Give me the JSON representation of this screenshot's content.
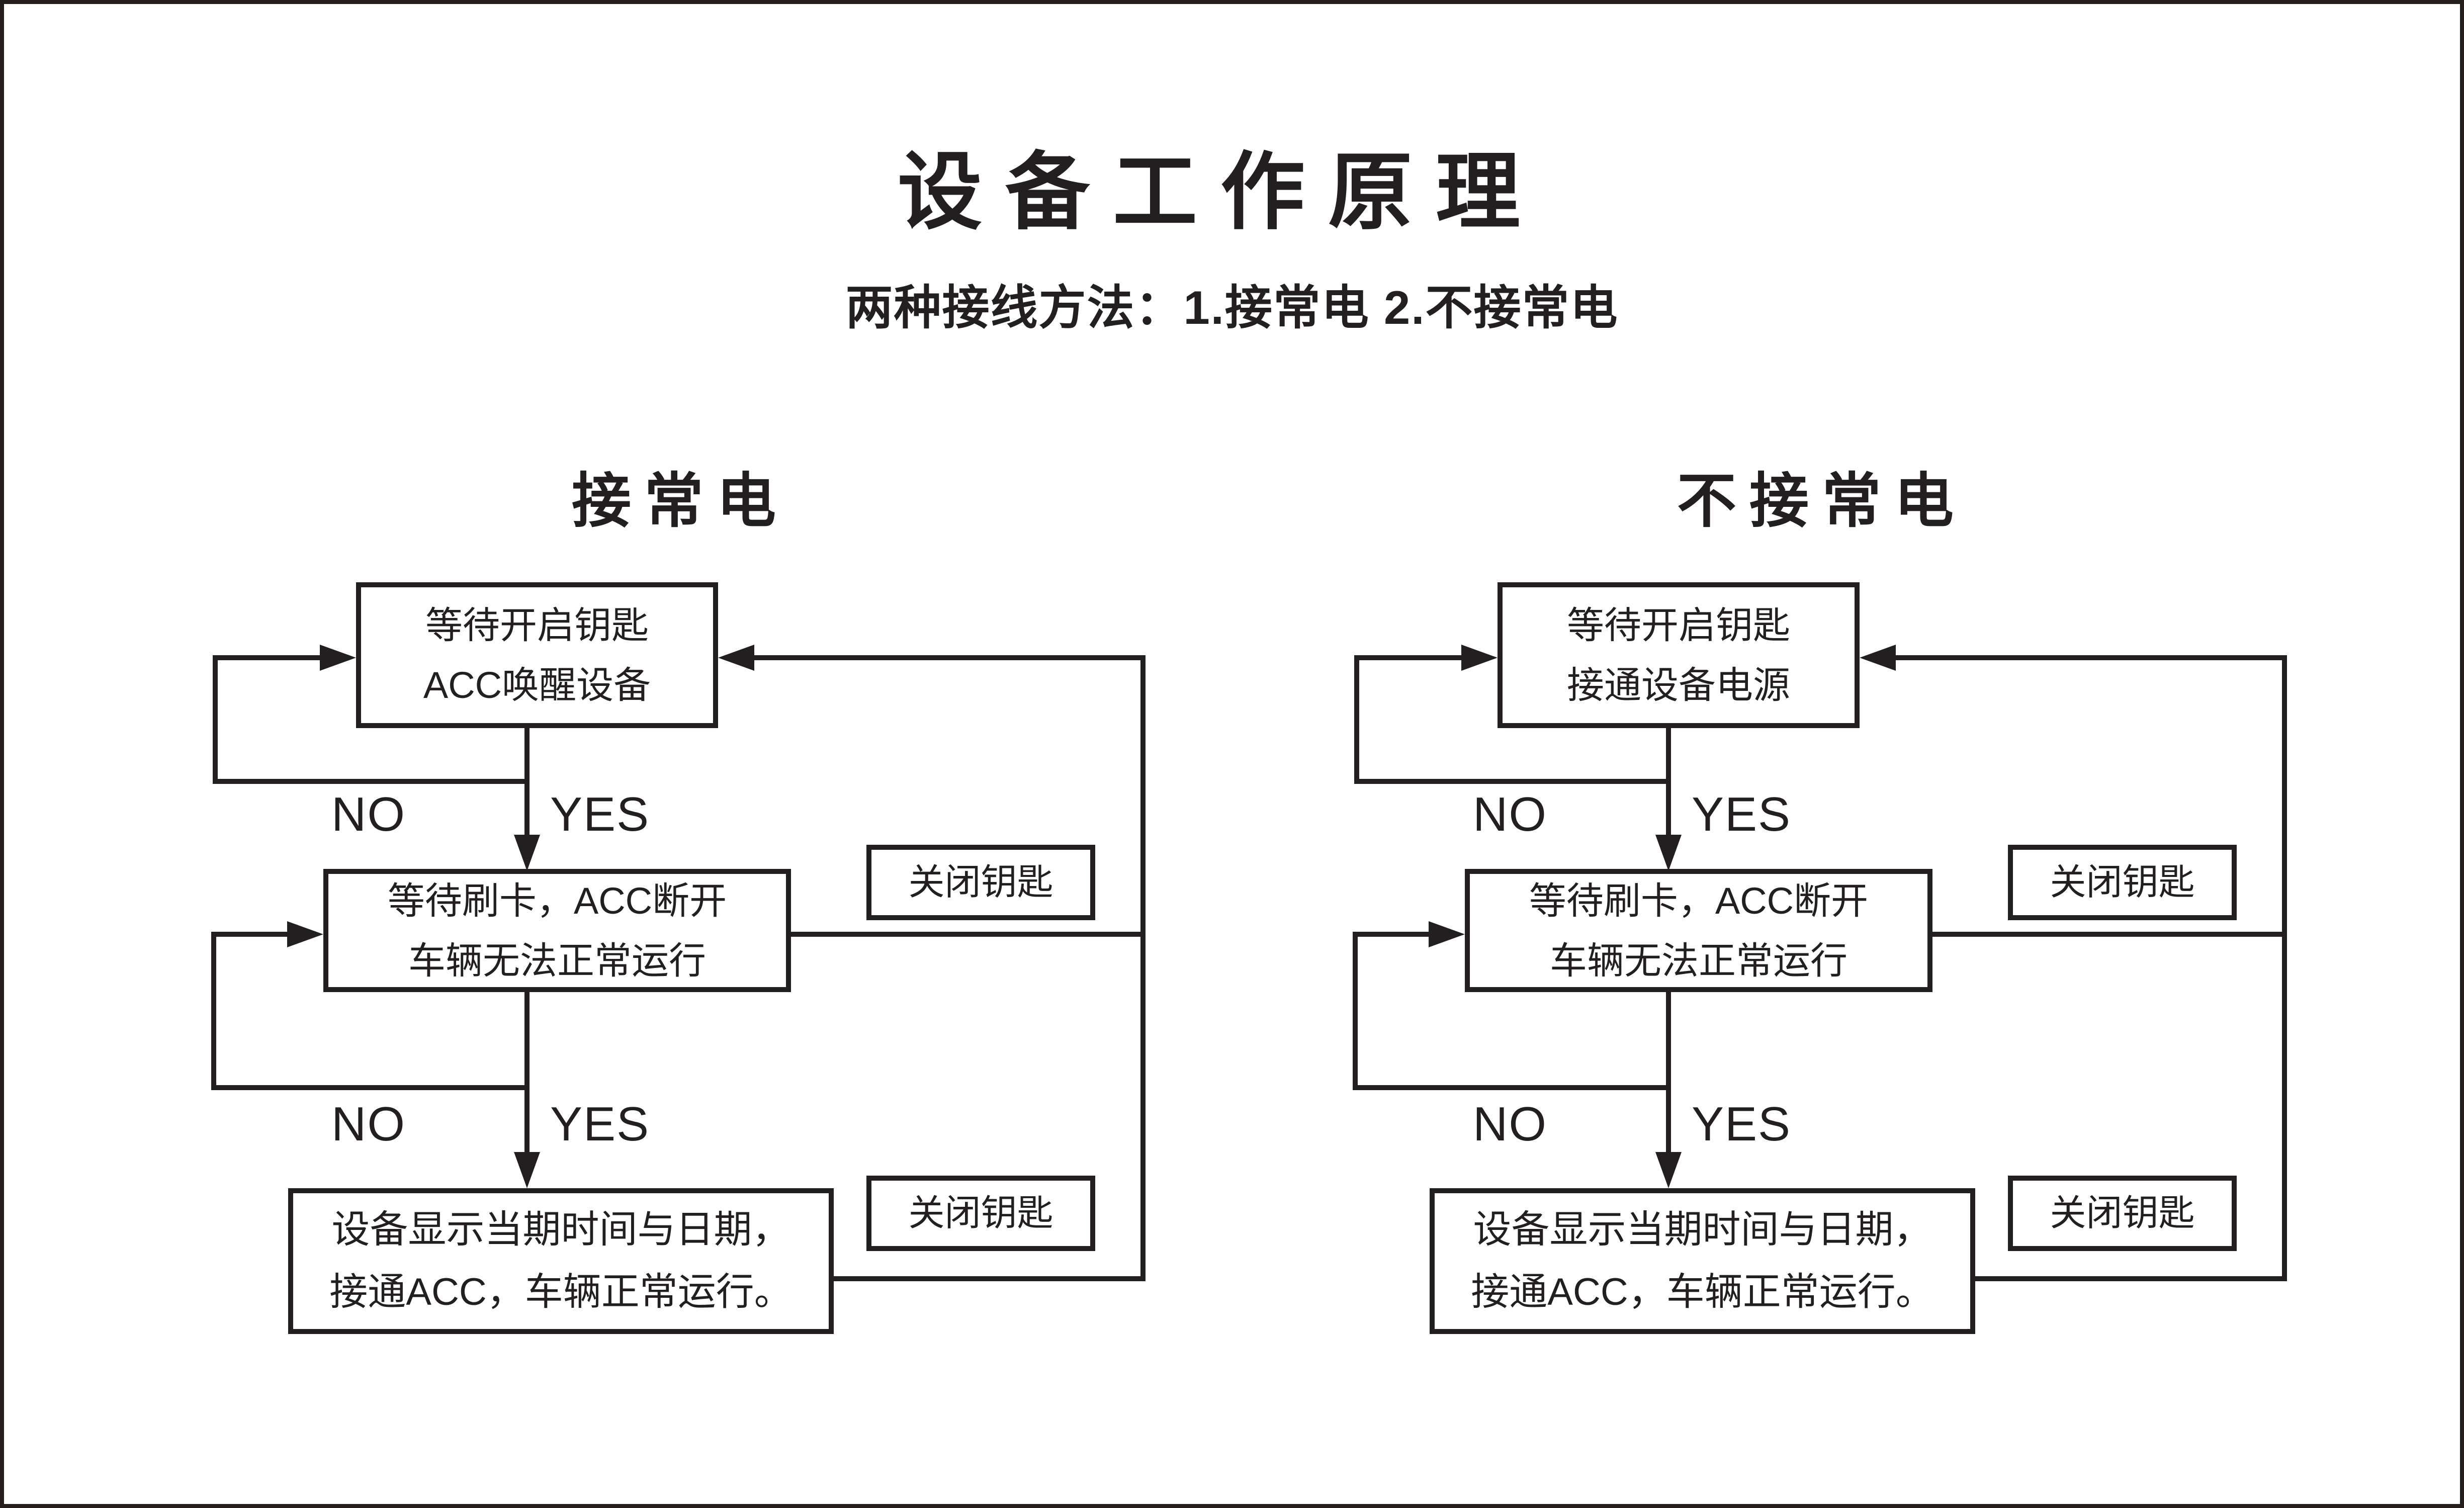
{
  "page": {
    "title": "设备工作原理",
    "subtitle": "两种接线方法：1.接常电 2.不接常电",
    "background_color": "#ffffff",
    "ink_color": "#231f20"
  },
  "diagrams": [
    {
      "header": "接常电",
      "step1": {
        "line1": "等待开启钥匙",
        "line2": "ACC唤醒设备"
      },
      "step2": {
        "line1": "等待刷卡，ACC断开",
        "line2": "车辆无法正常运行"
      },
      "step3": {
        "line1": "设备显示当期时间与日期，",
        "line2": "接通ACC，车辆正常运行。"
      },
      "side_box_top": "关闭钥匙",
      "side_box_bottom": "关闭钥匙",
      "no_label": "NO",
      "yes_label": "YES"
    },
    {
      "header": "不接常电",
      "step1": {
        "line1": "等待开启钥匙",
        "line2": "接通设备电源"
      },
      "step2": {
        "line1": "等待刷卡，ACC断开",
        "line2": "车辆无法正常运行"
      },
      "step3": {
        "line1": "设备显示当期时间与日期，",
        "line2": "接通ACC，车辆正常运行。"
      },
      "side_box_top": "关闭钥匙",
      "side_box_bottom": "关闭钥匙",
      "no_label": "NO",
      "yes_label": "YES"
    }
  ]
}
